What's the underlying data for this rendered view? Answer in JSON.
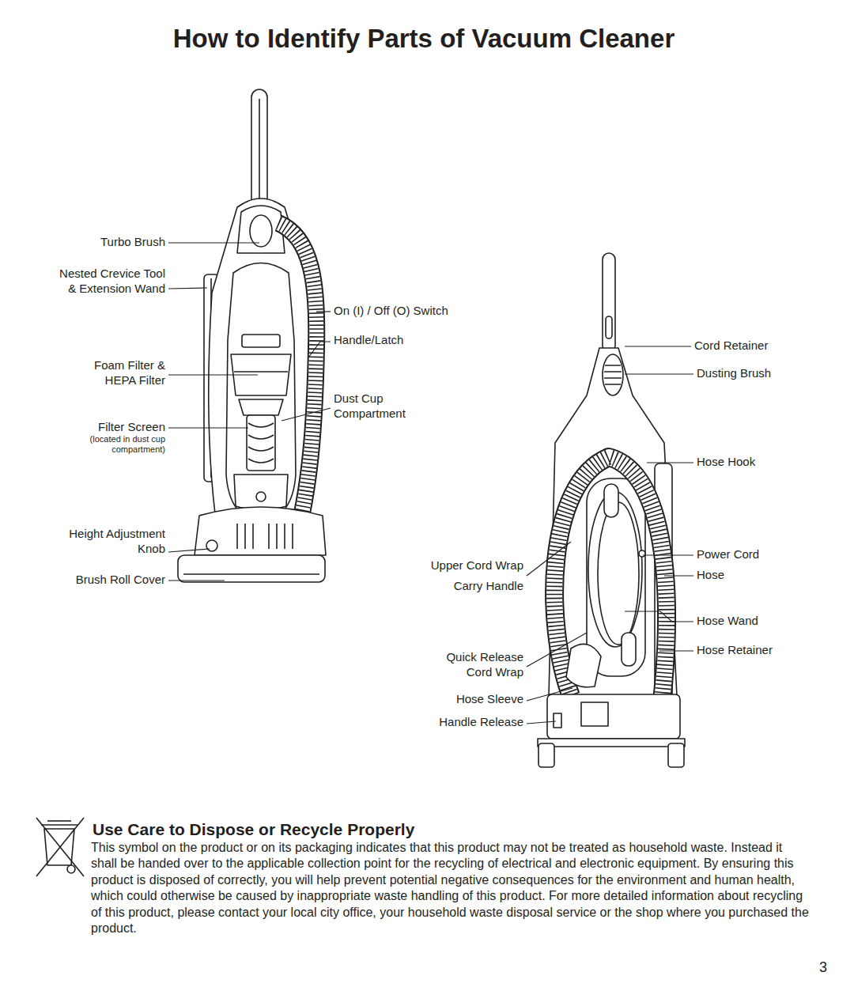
{
  "diagram": {
    "title": "How to Identify Parts of Vacuum Cleaner",
    "labels": [
      "Turbo Brush",
      "Nested Crevice Tool & Extension Wand",
      "Foam Filter & HEPA Filter",
      "Filter Screen",
      "(located in dust cup compartment)",
      "Height Adjustment Knob",
      "Brush Roll Cover",
      "On (I) / Off (O) Switch",
      "Handle/Latch",
      "Dust Cup Compartment",
      "Cord Retainer",
      "Dusting Brush",
      "Hose Hook",
      "Power Cord",
      "Hose",
      "Hose Wand",
      "Hose Retainer",
      "Upper Cord Wrap",
      "Carry Handle",
      "Quick Release Cord Wrap",
      "Hose Sleeve",
      "Handle Release",
      "Use Care to Dispose or Recycle Properly",
      "This symbol on the product or on its packaging indicates that this product may not be treated as household waste. Instead it shall be handed over to the applicable collection point for the recycling of electrical and electronic equipment. By ensuring this product is disposed of correctly, you will help prevent potential negative consequences for the environment and human health, which could otherwise be caused by inappropriate waste handling of this product. For more detailed information about recycling of this product, please contact your local city office, your household waste disposal service or the shop where you purchased the product.",
      "3"
    ]
  }
}
